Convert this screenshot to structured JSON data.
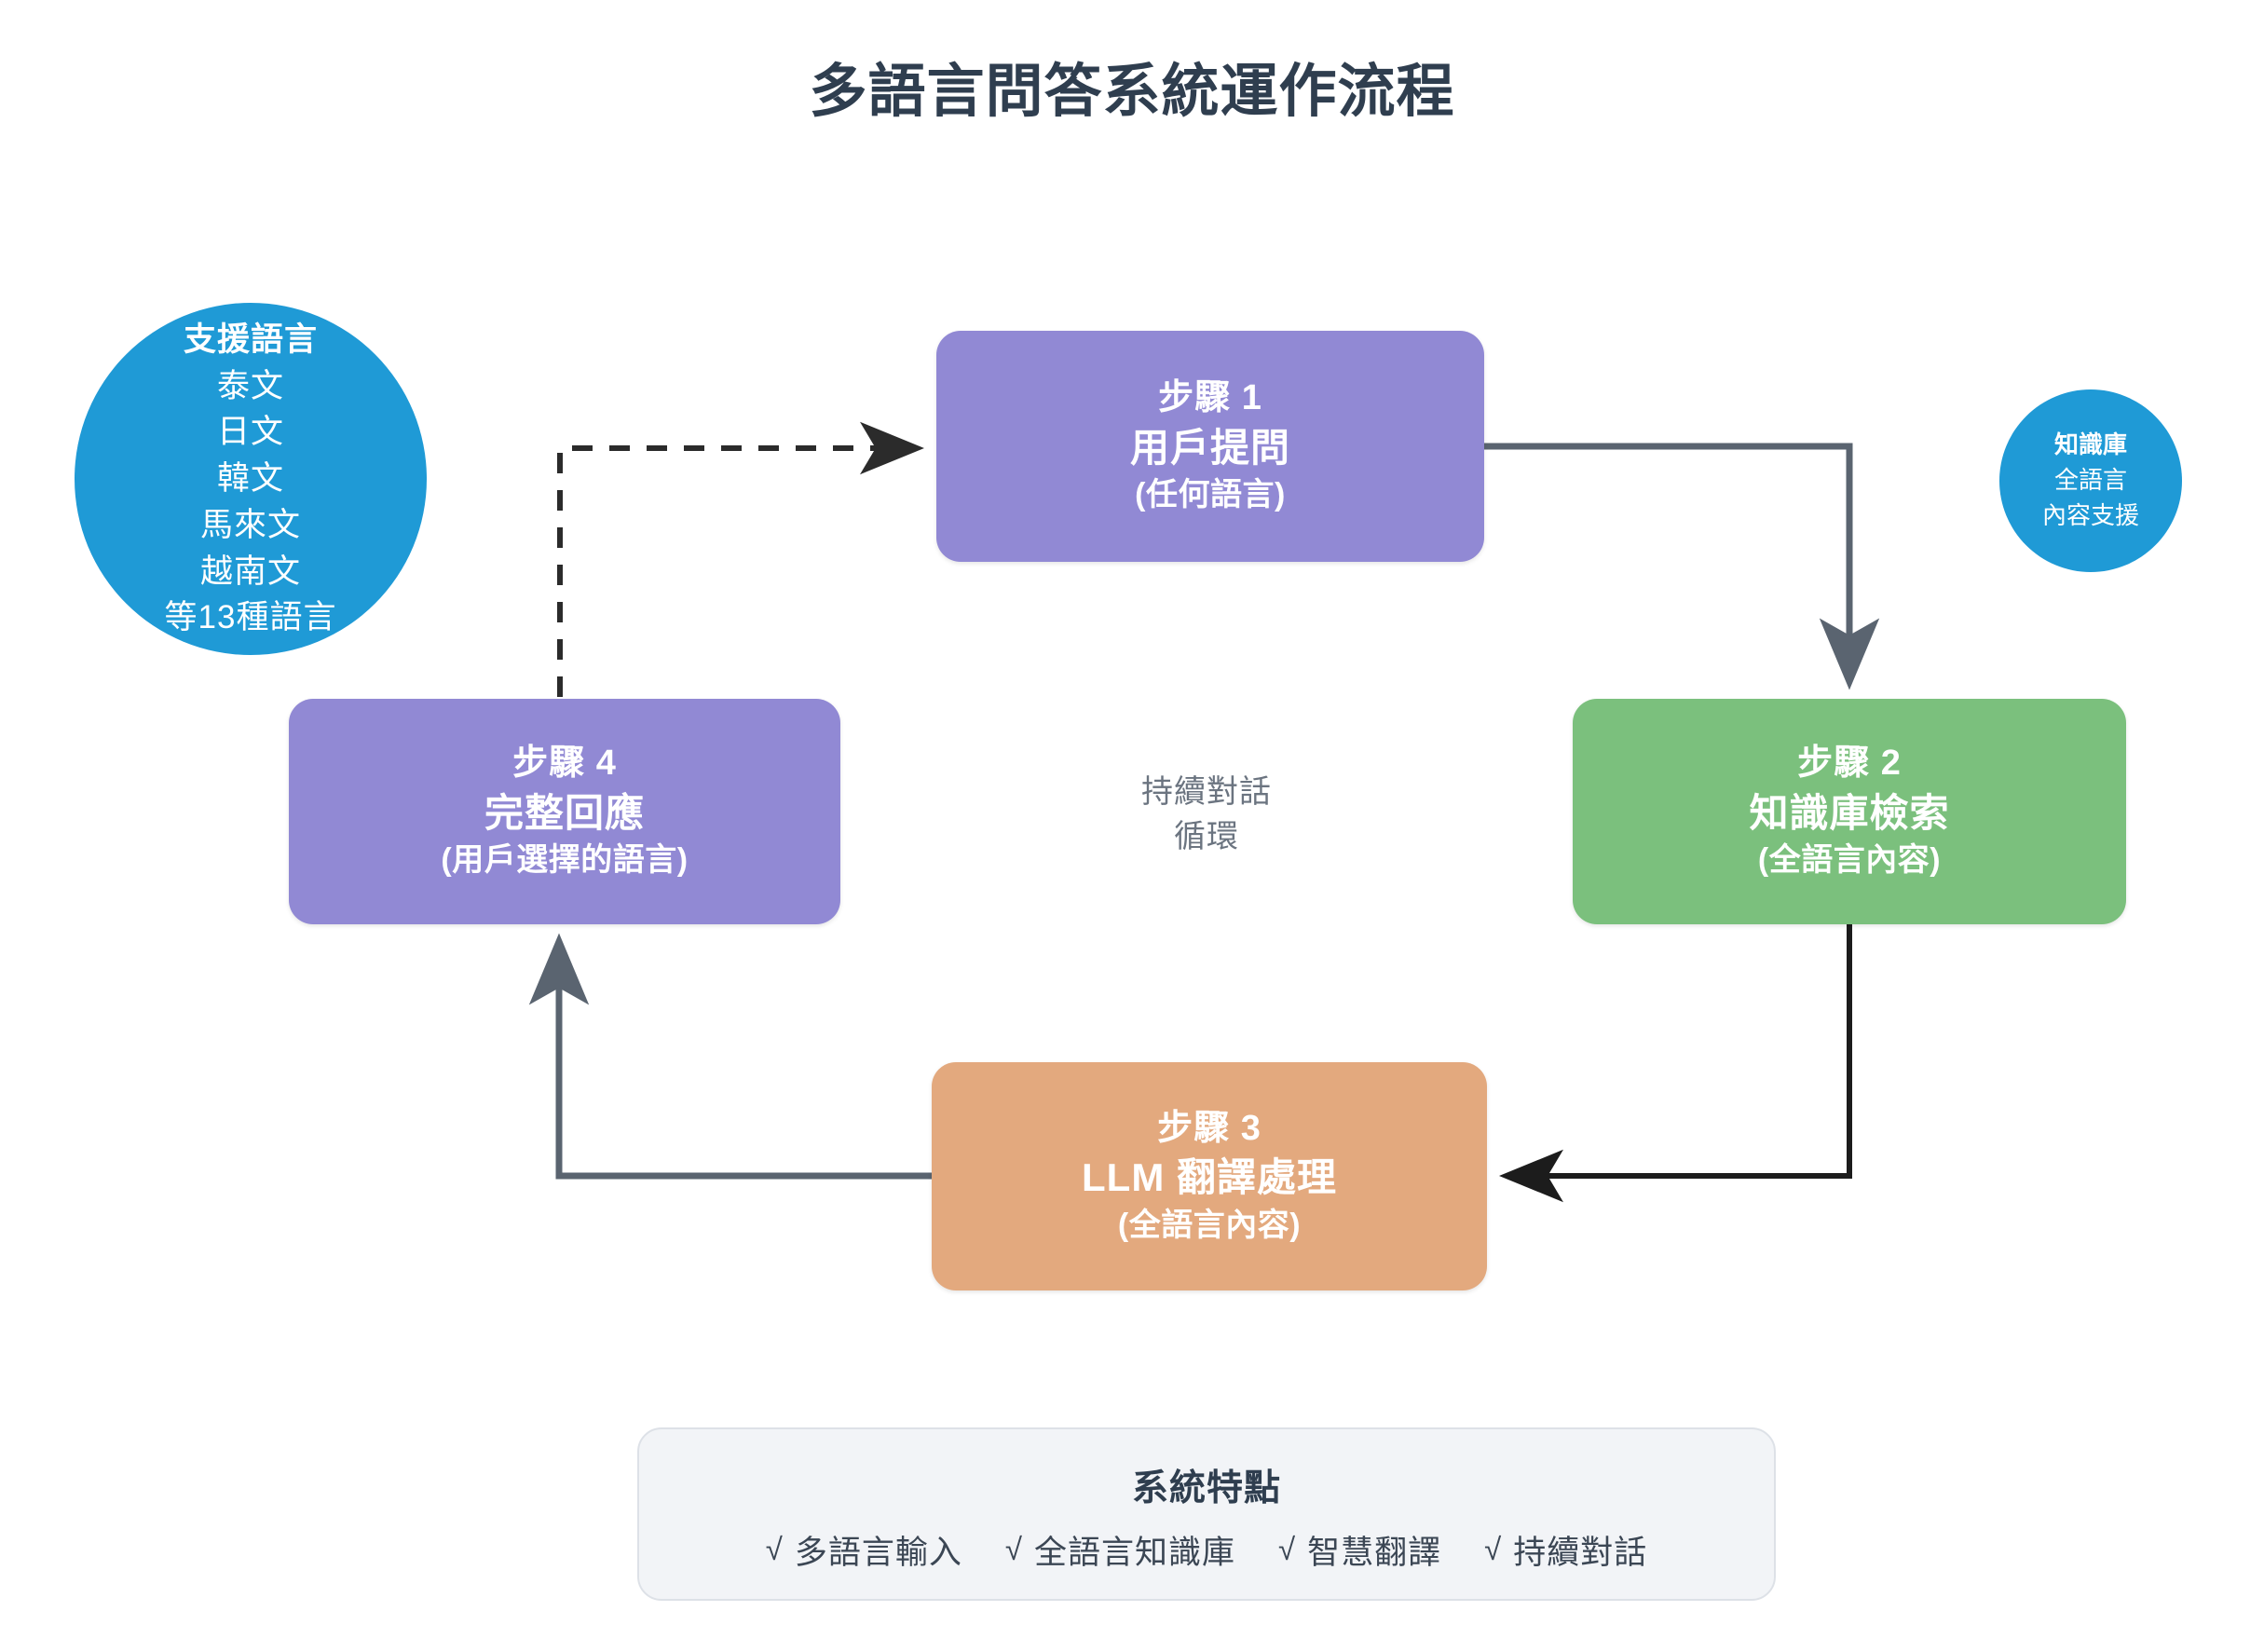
{
  "page": {
    "title": "多語言問答系統運作流程",
    "background": "#ffffff"
  },
  "colors": {
    "title_text": "#2f3e4f",
    "purple_node": "#9189d4",
    "green_node": "#7bc07d",
    "orange_node": "#e3a97e",
    "blue_circle": "#1f9ad6",
    "solid_arrow": "#5a6470",
    "dark_arrow": "#1c1c1c",
    "dashed_arrow": "#2b2b2b",
    "loop_caption_text": "#6b7480",
    "legend_background": "#f2f4f7",
    "legend_border": "#dde1e7",
    "legend_text": "#3b4654"
  },
  "flow": {
    "step1": {
      "step_label": "步驟 1",
      "name": "用戶提問",
      "sub": "(任何語言)"
    },
    "step2": {
      "step_label": "步驟 2",
      "name": "知識庫檢索",
      "sub": "(全語言內容)"
    },
    "step3": {
      "step_label": "步驟 3",
      "name": "LLM 翻譯處理",
      "sub": "(全語言內容)"
    },
    "step4": {
      "step_label": "步驟 4",
      "name": "完整回應",
      "sub": "(用戶選擇的語言)"
    }
  },
  "loop_caption": {
    "line1": "持續對話",
    "line2": "循環"
  },
  "languages_circle": {
    "title": "支援語言",
    "items": [
      "泰文",
      "日文",
      "韓文",
      "馬來文",
      "越南文",
      "等13種語言"
    ]
  },
  "knowledge_circle": {
    "title": "知識庫",
    "items": [
      "全語言",
      "內容支援"
    ]
  },
  "legend": {
    "title": "系統特點",
    "check_glyph": "√",
    "items": [
      "多語言輸入",
      "全語言知識庫",
      "智慧翻譯",
      "持續對話"
    ]
  }
}
